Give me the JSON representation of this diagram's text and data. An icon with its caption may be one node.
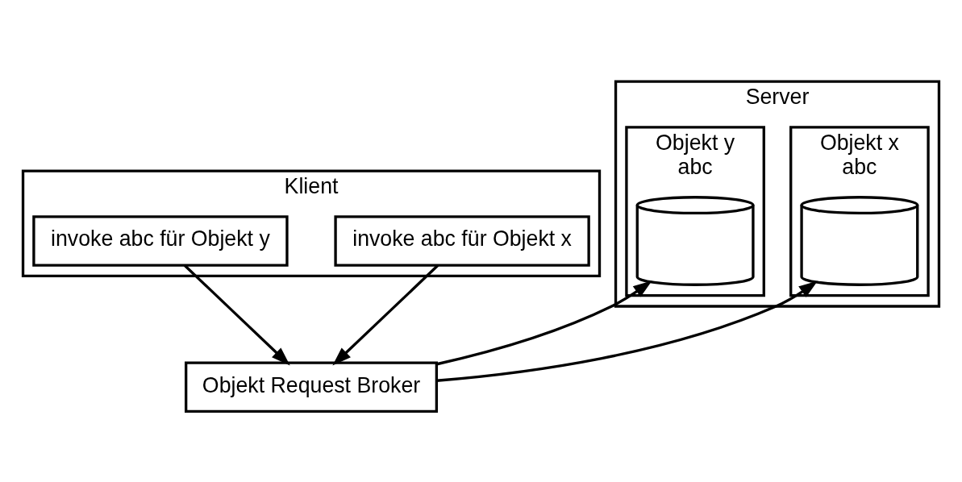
{
  "diagram": {
    "nodes": [
      {
        "text": [
          "Klient"
        ]
      },
      {
        "text": [
          "invoke abc für Objekt x"
        ],
        "in": 0
      },
      {
        "text": [
          "invoke abc für Objekt y"
        ],
        "in": 0
      },
      {
        "text": [
          "Server"
        ]
      },
      {
        "text": [
          "Objekt x",
          "abc"
        ],
        "in": 3
      },
      {
        "text": [],
        "shape": "cylinder",
        "in": 4
      },
      {
        "text": [
          "Objekt y",
          "abc"
        ],
        "in": 3
      },
      {
        "text": [],
        "shape": "cylinder",
        "in": 6
      },
      {
        "text": [
          "Objekt Request Broker"
        ]
      }
    ],
    "edges": [
      {
        "from": 1,
        "to": 8,
        "arrow": "to"
      },
      {
        "from": 8,
        "to": 5,
        "arrow": "to"
      },
      {
        "from": 2,
        "to": 8,
        "arrow": "to"
      },
      {
        "from": 8,
        "to": 7,
        "arrow": "to"
      }
    ]
  }
}
